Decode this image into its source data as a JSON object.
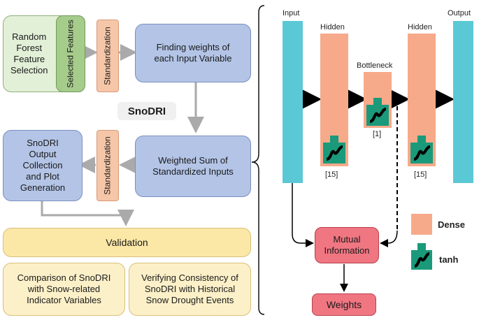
{
  "left": {
    "random_forest": "Random\nForest\nFeature\nSelection",
    "selected_features": "Selected\nFeatures",
    "standardization_top": "Standardization",
    "finding_weights": "Finding weights of\neach Input Variable",
    "snodri": "SnoDRI",
    "output_collection": "SnoDRI\nOutput\nCollection\nand Plot\nGeneration",
    "standardization_bottom": "Standardization",
    "weighted_sum": "Weighted Sum of\nStandardized Inputs",
    "validation": "Validation",
    "comparison": "Comparison of SnoDRI\nwith Snow-related\nIndicator Variables",
    "verifying": "Verifying Consistency of\nSnoDRI with Historical\nSnow Drought Events"
  },
  "right": {
    "input_label": "Input",
    "hidden1_label": "Hidden",
    "bottleneck_label": "Bottleneck",
    "hidden2_label": "Hidden",
    "output_label": "Output",
    "hidden1_units": "[15]",
    "bottleneck_units": "[1]",
    "hidden2_units": "[15]",
    "mutual_information": "Mutual\nInformation",
    "weights": "Weights",
    "legend_dense": "Dense",
    "legend_tanh": "tanh"
  },
  "colors": {
    "input_output": "#5bc8d6",
    "dense": "#f6aa8a",
    "tanh": "#1a9a7a",
    "arrow_gray": "#aaaaaa"
  }
}
